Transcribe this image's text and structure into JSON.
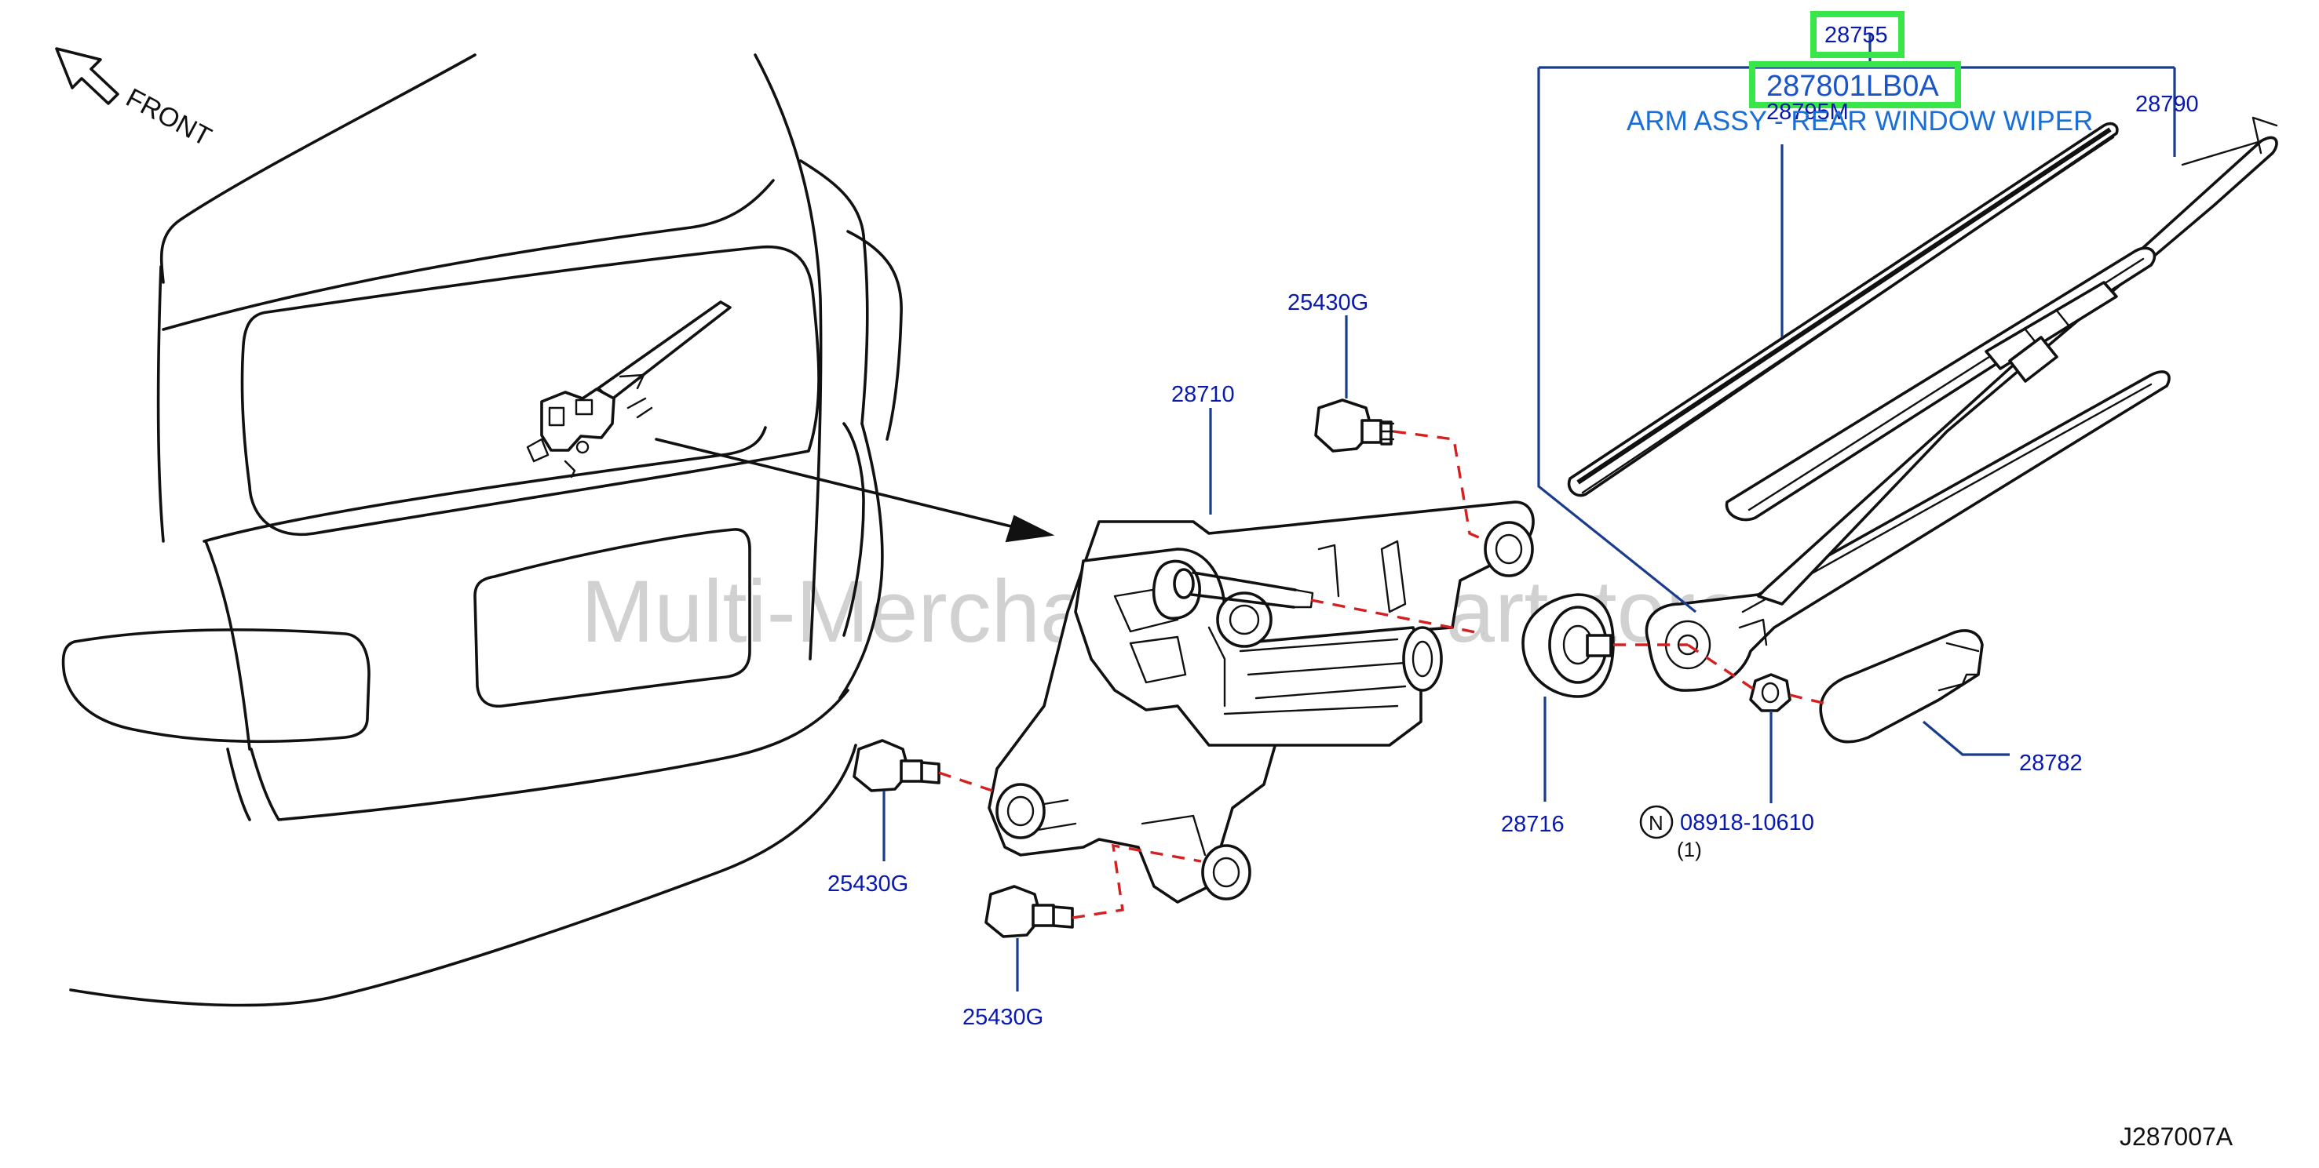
{
  "diagram": {
    "direction_label": "FRONT",
    "watermark": "Multi-Merchant Auto Partstore",
    "reference_code": "J287007A",
    "description": "ARM ASSY - REAR WINDOW WIPER",
    "highlighted_part_number": "287801LB0A",
    "nut_symbol": "N",
    "nut_quantity": "(1)",
    "callouts": {
      "bolt_top": "25430G",
      "bolt_left": "25430G",
      "bolt_bottom": "25430G",
      "motor": "28710",
      "grommet": "28716",
      "nut": "08918-10610",
      "cap": "28782",
      "arm": "28790",
      "blade": "28795M",
      "wiper_assy": "28755"
    },
    "colors": {
      "callout_text": "#0a1aa8",
      "leader_line": "#1a3c8c",
      "description_text": "#1a6fd6",
      "highlight": "#39e64a",
      "dashed_line": "#d42020"
    }
  }
}
